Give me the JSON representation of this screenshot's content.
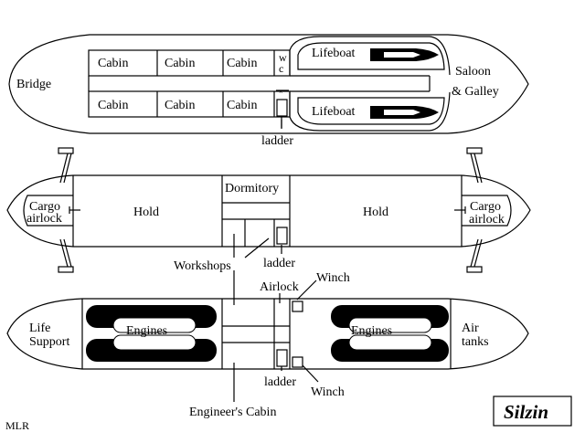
{
  "title": "Silzin",
  "author": "MLR",
  "deck1": {
    "bridge": "Bridge",
    "cabins_top": [
      "Cabin",
      "Cabin",
      "Cabin"
    ],
    "cabins_bottom": [
      "Cabin",
      "Cabin",
      "Cabin"
    ],
    "wc_w": "w",
    "wc_c": "c",
    "lifeboat_top": "Lifeboat",
    "lifeboat_bottom": "Lifeboat",
    "saloon_line1": "Saloon",
    "saloon_line2": "& Galley",
    "ladder": "ladder"
  },
  "deck2": {
    "cargo_left_1": "Cargo",
    "cargo_left_2": "airlock",
    "hold_left": "Hold",
    "dormitory": "Dormitory",
    "hold_right": "Hold",
    "cargo_right_1": "Cargo",
    "cargo_right_2": "airlock",
    "ladder": "ladder",
    "workshops": "Workshops"
  },
  "deck3": {
    "life_1": "Life",
    "life_2": "Support",
    "engines_left": "Engines",
    "airlock": "Airlock",
    "winch_top": "Winch",
    "engines_right": "Engines",
    "air_1": "Air",
    "air_2": "tanks",
    "ladder": "ladder",
    "winch_bottom": "Winch",
    "engineers_cabin": "Engineer's Cabin"
  }
}
